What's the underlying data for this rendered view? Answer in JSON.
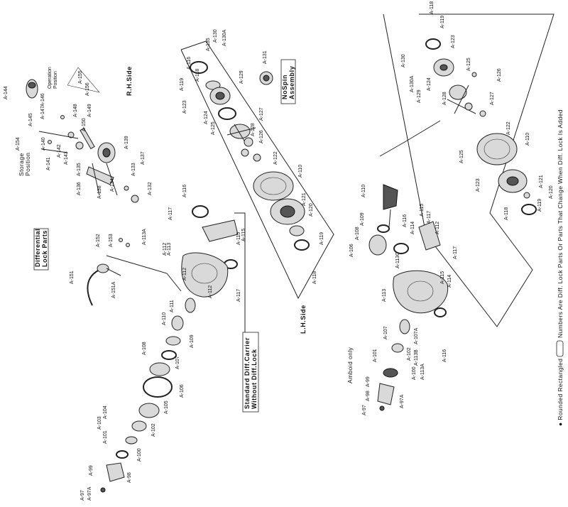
{
  "labels": {
    "rh_side": "R.H.Side",
    "lh_side": "L.H.Side",
    "nospin_1": "NoSpin",
    "nospin_2": "Assembly",
    "diff_lock_1": "Differential",
    "diff_lock_2": "Lock Parts",
    "std_carrier_1": "Standard Diff.Carrier",
    "std_carrier_2": "Without Diff.Lock",
    "storage_1": "Storage",
    "storage_2": "Position",
    "operation_1": "Operation",
    "operation_2": "Position",
    "aimbot": "Amboid only",
    "footnote": "● Rounded Rectangled",
    "footnote_2": "Numbers Are Diff. Lock Parts Or Parts That Change When Diff. Lock Is Added"
  },
  "parts": {
    "top_left": [
      "A-135",
      "A-130",
      "A-130A",
      "A-129",
      "A-131",
      "A-116",
      "A-118",
      "A-119",
      "A-123",
      "A-124",
      "A-125",
      "A-126",
      "A-127",
      "A-128",
      "A-122",
      "A-120",
      "A-121",
      "A-110",
      "A-119",
      "A-118",
      "A-112",
      "A-115"
    ],
    "center": [
      "A-117",
      "A-116",
      "A-113",
      "A-112",
      "A-111",
      "A-110",
      "A-109",
      "A-108",
      "A-107",
      "A-106",
      "A-105",
      "A-104",
      "A-103",
      "A-102",
      "A-101",
      "A-100",
      "A-99",
      "A-98",
      "A-97",
      "A-97A",
      "A-115",
      "A-117"
    ],
    "right": [
      "A-118",
      "A-119",
      "A-123",
      "A-130",
      "A-130A",
      "A-129",
      "A-124",
      "A-125",
      "A-126",
      "A-127",
      "A-128",
      "A-122",
      "A-110",
      "A-125",
      "A-123",
      "A-121",
      "A-120",
      "A-119",
      "A-118"
    ],
    "lower_right": [
      "A-110",
      "A-109",
      "A-108",
      "A-106",
      "A-116",
      "A-114",
      "A-115",
      "A-117",
      "A-113",
      "A-112",
      "A-113C",
      "A-117",
      "A-114",
      "A-115",
      "A-107",
      "A-107A",
      "A-101",
      "A-102",
      "A-113B",
      "A-113A",
      "A-100",
      "A-99",
      "A-98",
      "A-97",
      "A-97A",
      "A-116"
    ],
    "lock": [
      "A-144",
      "A-145",
      "A-146",
      "A-147",
      "A-148",
      "A-149",
      "A-150",
      "A-151",
      "A-152",
      "A-153",
      "A-154",
      "A-139",
      "A-140",
      "A-141",
      "A-142",
      "A-143",
      "A-132",
      "A-133",
      "A-134",
      "A-135",
      "A-136",
      "A-137",
      "A-138",
      "A-151A",
      "A-113A",
      "A-112",
      "A-155",
      "A-156"
    ]
  }
}
